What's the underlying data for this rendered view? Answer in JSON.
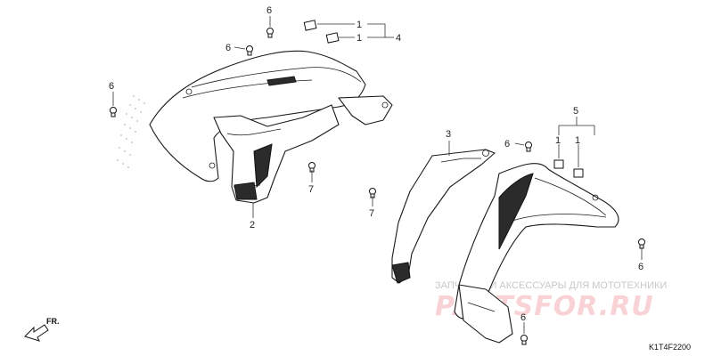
{
  "callouts": [
    {
      "label": "6"
    },
    {
      "label": "6"
    },
    {
      "label": "6"
    },
    {
      "label": "1"
    },
    {
      "label": "1"
    },
    {
      "label": "4"
    },
    {
      "label": "7"
    },
    {
      "label": "2"
    },
    {
      "label": "3"
    },
    {
      "label": "6"
    },
    {
      "label": "7"
    },
    {
      "label": "5"
    },
    {
      "label": "1"
    },
    {
      "label": "1"
    },
    {
      "label": "6"
    },
    {
      "label": "6"
    }
  ],
  "direction": {
    "label": "FR."
  },
  "diagram_code": "K1T4F2200",
  "watermark": {
    "brand": "PARTSFOR.RU",
    "tagline": "ЗАПЧАСТИ И АКСЕССУАРЫ ДЛЯ МОТОТЕХНИКИ"
  }
}
